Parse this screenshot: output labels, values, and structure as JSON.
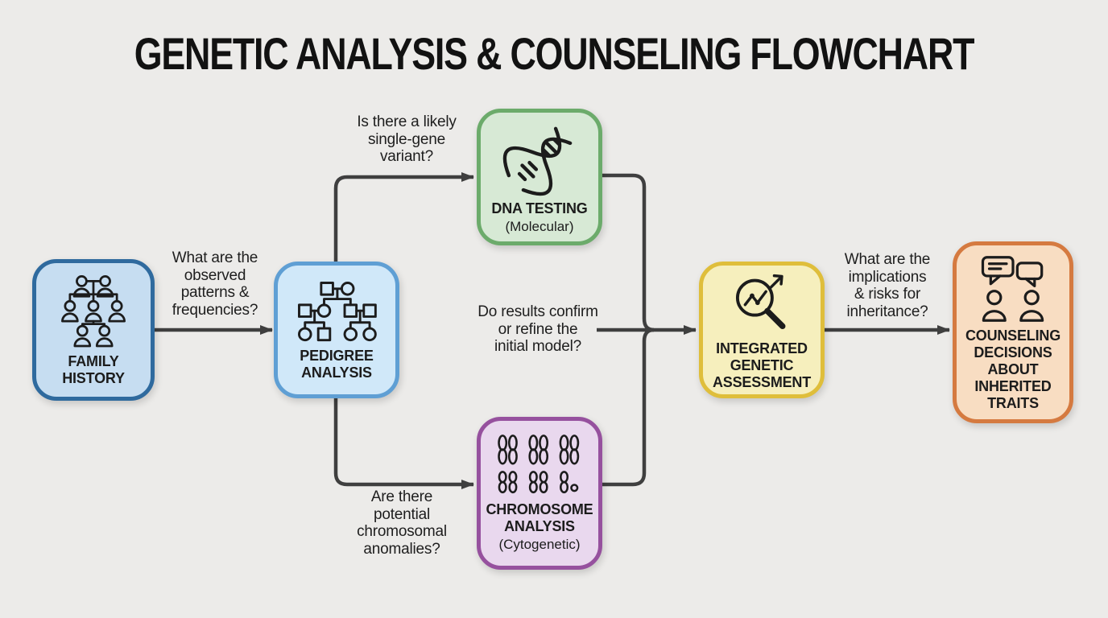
{
  "title": "GENETIC ANALYSIS & COUNSELING FLOWCHART",
  "colors": {
    "background": "#ecebe9",
    "connector": "#3f3f3f",
    "ink": "#1c1c1c",
    "title_ink": "#121212",
    "question_ink": "#1e1e1e"
  },
  "nodes": {
    "family": {
      "label": "FAMILY\nHISTORY",
      "icon": "family-tree-icon",
      "fill": "#c6ddf1",
      "border": "#2f6a9e"
    },
    "pedigree": {
      "label": "PEDIGREE\nANALYSIS",
      "icon": "pedigree-chart-icon",
      "fill": "#d0e8f9",
      "border": "#5f9fd4"
    },
    "dna": {
      "label": "DNA TESTING",
      "sub": "(Molecular)",
      "icon": "dna-helix-icon",
      "fill": "#d7e9d5",
      "border": "#6cab6b"
    },
    "chromosome": {
      "label": "CHROMOSOME\nANALYSIS",
      "sub": "(Cytogenetic)",
      "icon": "chromosomes-icon",
      "fill": "#e9d8ee",
      "border": "#96519e"
    },
    "integrated": {
      "label": "INTEGRATED\nGENETIC\nASSESSMENT",
      "icon": "magnifier-trend-icon",
      "fill": "#f6efbd",
      "border": "#dfbe3b"
    },
    "counseling": {
      "label": "COUNSELING\nDECISIONS\nABOUT\nINHERITED\nTRAITS",
      "icon": "discussion-icon",
      "fill": "#f8ddc2",
      "border": "#d57a40"
    }
  },
  "questions": {
    "q1": "What are the\nobserved\npatterns &\nfrequencies?",
    "q2": "Is there a likely\nsingle-gene\nvariant?",
    "q3": "Do results confirm\nor refine the\ninitial model?",
    "q4": "Are there\npotential\nchromosomal\nanomalies?",
    "q5": "What are the\nimplications\n& risks for\ninheritance?"
  }
}
